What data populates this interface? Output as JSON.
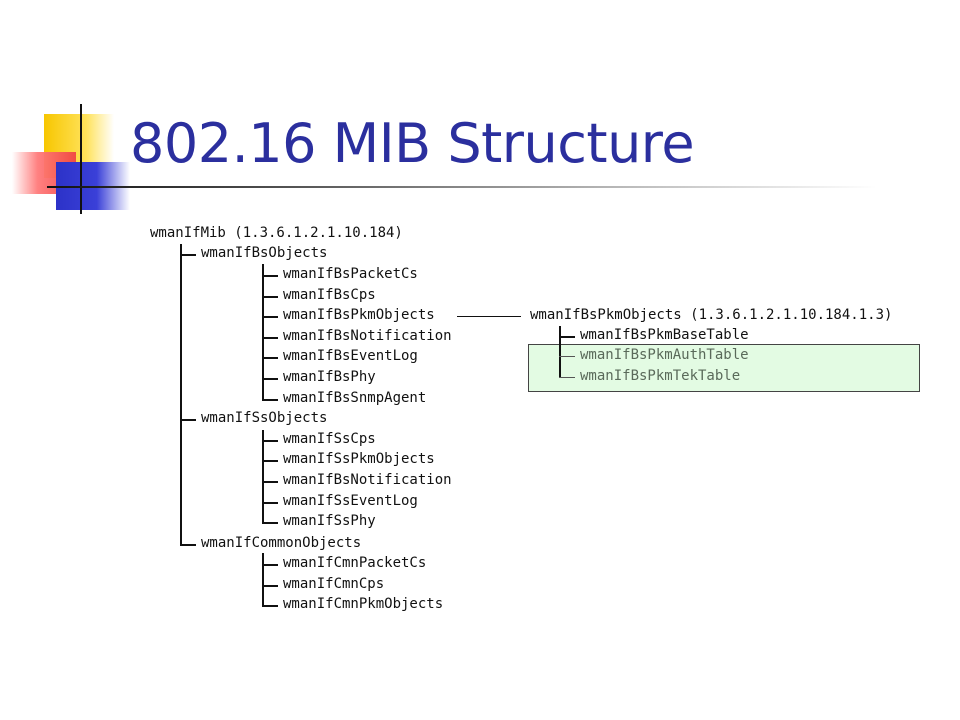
{
  "slide": {
    "title": "802.16 MIB Structure"
  },
  "tree": {
    "root": "wmanIfMib   (1.3.6.1.2.1.10.184)",
    "groups": [
      {
        "label": "wmanIfBsObjects",
        "children": [
          "wmanIfBsPacketCs",
          "wmanIfBsCps",
          "wmanIfBsPkmObjects",
          "wmanIfBsNotification",
          "wmanIfBsEventLog",
          "wmanIfBsPhy",
          "wmanIfBsSnmpAgent"
        ]
      },
      {
        "label": "wmanIfSsObjects",
        "children": [
          "wmanIfSsCps",
          "wmanIfSsPkmObjects",
          "wmanIfBsNotification",
          "wmanIfSsEventLog",
          "wmanIfSsPhy"
        ]
      },
      {
        "label": "wmanIfCommonObjects",
        "children": [
          "wmanIfCmnPacketCs",
          "wmanIfCmnCps",
          "wmanIfCmnPkmObjects"
        ]
      }
    ],
    "pkm_detail": {
      "label": "wmanIfBsPkmObjects (1.3.6.1.2.1.10.184.1.3)",
      "children": [
        "wmanIfBsPkmBaseTable",
        "wmanIfBsPkmAuthTable",
        "wmanIfBsPkmTekTable"
      ]
    }
  },
  "colors": {
    "title": "#2b2f9e",
    "highlight_box": "#e3fbe3"
  }
}
